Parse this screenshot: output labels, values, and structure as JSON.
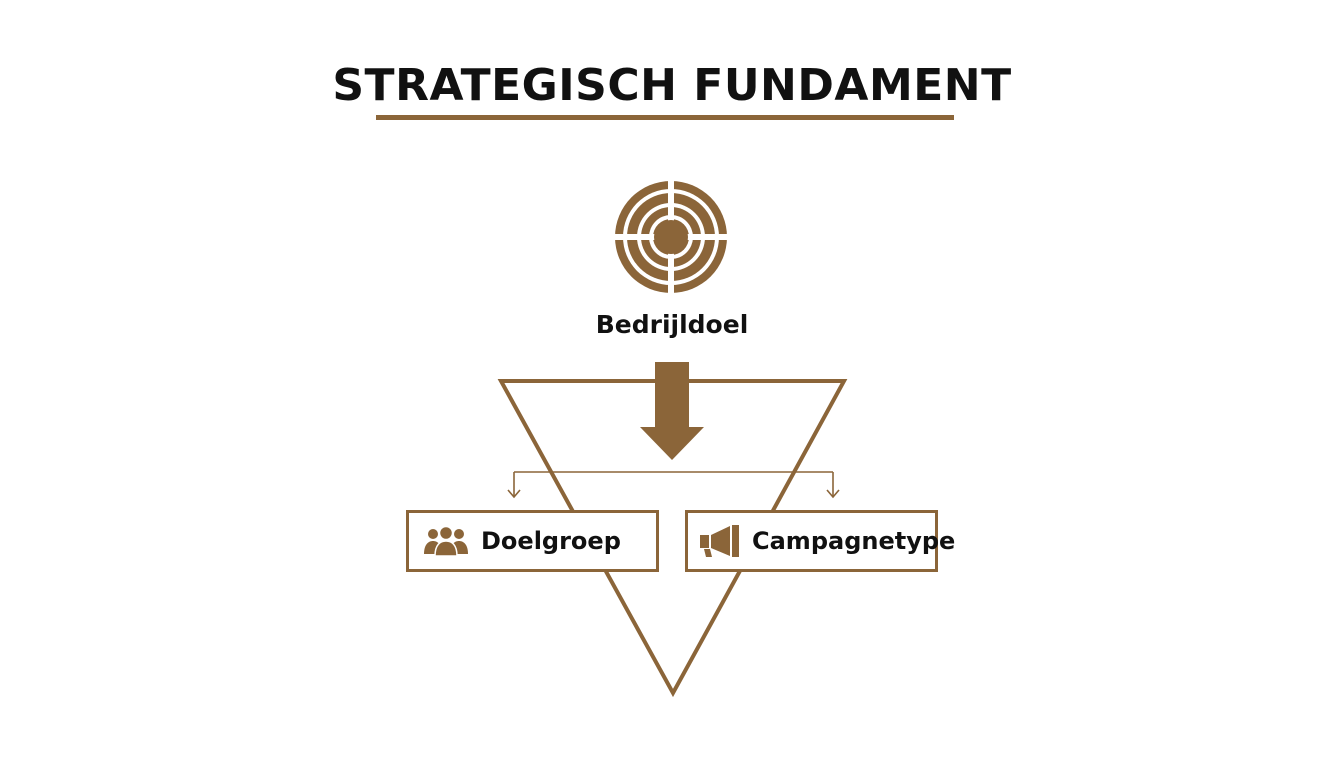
{
  "title": "STRATEGISCH FUNDAMENT",
  "goal": {
    "label": "Bedrijldoel",
    "icon": "target-icon"
  },
  "boxes": [
    {
      "label": "Doelgroep",
      "icon": "people-icon"
    },
    {
      "label": "Campagnetype",
      "icon": "megaphone-icon"
    }
  ],
  "colors": {
    "accent": "#8b6539",
    "text": "#111111",
    "background": "#ffffff"
  }
}
